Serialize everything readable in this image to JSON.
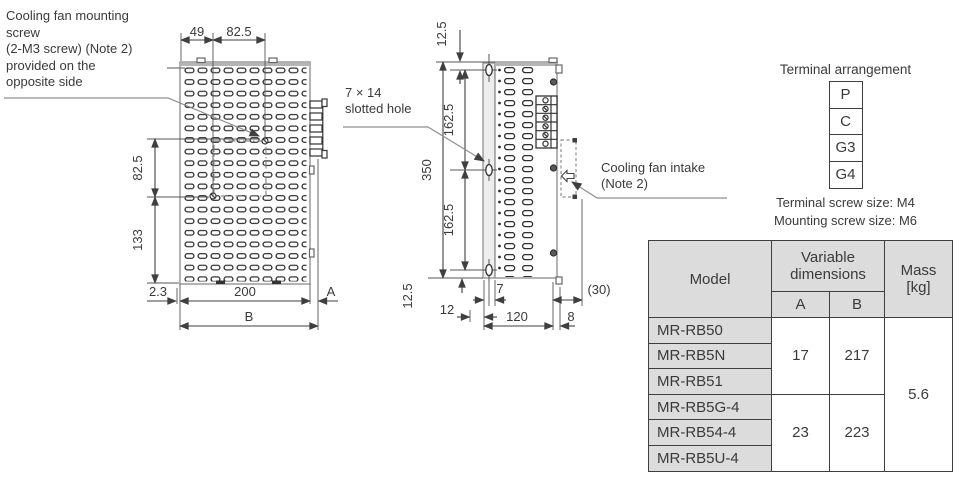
{
  "notes": {
    "fan_screw": {
      "lines": [
        "Cooling fan mounting",
        "screw",
        "(2-M3 screw) (Note 2)",
        "provided on the",
        "opposite side"
      ]
    },
    "slotted_hole": {
      "lines": [
        "7 × 14",
        "slotted hole"
      ]
    },
    "fan_intake": {
      "lines": [
        "Cooling fan intake",
        "(Note 2)"
      ]
    }
  },
  "front_view": {
    "dim_49": "49",
    "dim_82_5_top": "82.5",
    "dim_82_5_left": "82.5",
    "dim_133": "133",
    "dim_2_3": "2.3",
    "dim_200": "200",
    "dim_a": "A",
    "dim_b": "B"
  },
  "side_view": {
    "dim_12_5_top": "12.5",
    "dim_162_5_upper": "162.5",
    "dim_350": "350",
    "dim_162_5_lower": "162.5",
    "dim_12_5_bottom": "12.5",
    "dim_12": "12",
    "dim_7": "7",
    "dim_120": "120",
    "dim_8": "8",
    "dim_30": "(30)"
  },
  "terminal": {
    "title": "Terminal arrangement",
    "cells": [
      "P",
      "C",
      "G3",
      "G4"
    ],
    "screw_note": "Terminal screw size: M4",
    "mounting_note": "Mounting screw size: M6"
  },
  "spec_table": {
    "model_header": "Model",
    "variable_header": "Variable dimensions",
    "col_a": "A",
    "col_b": "B",
    "mass_header_line1": "Mass",
    "mass_header_line2": "[kg]",
    "groups": [
      {
        "models": [
          "MR-RB50",
          "MR-RB5N",
          "MR-RB51"
        ],
        "a": "17",
        "b": "217"
      },
      {
        "models": [
          "MR-RB5G-4",
          "MR-RB54-4",
          "MR-RB5U-4"
        ],
        "a": "23",
        "b": "223"
      }
    ],
    "mass": "5.6"
  },
  "colors": {
    "line_dark": "#2f2f2f",
    "line_mid": "#9a9a9a",
    "top_band": "#b5b5b5",
    "table_fill": "#dcdcdc",
    "text": "#3a3a3a"
  }
}
